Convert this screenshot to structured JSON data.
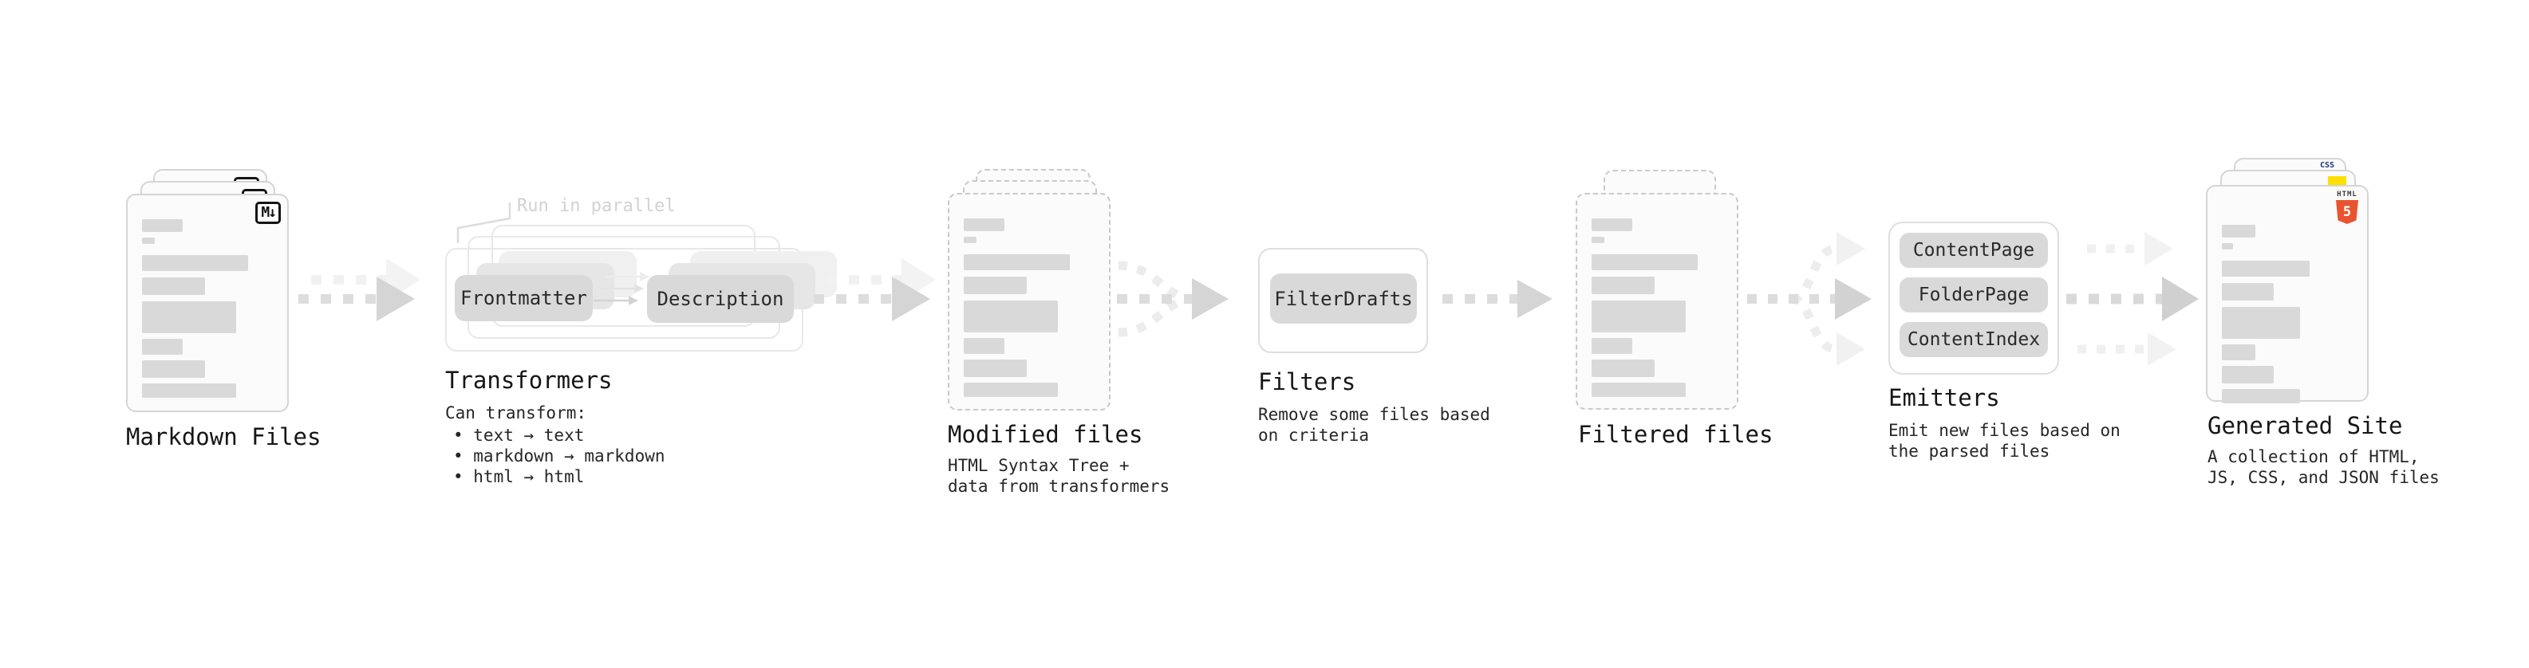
{
  "markdown": {
    "title": "Markdown Files",
    "file_icon": "M↓"
  },
  "transformers": {
    "title": "Transformers",
    "annotation": "Run in parallel",
    "transformer_a": "Frontmatter",
    "transformer_b": "Description",
    "caption": "Can transform:",
    "bullets": [
      "• text → text",
      "• markdown → markdown",
      "• html → html"
    ]
  },
  "modified": {
    "title": "Modified files",
    "caption_line1": "HTML Syntax Tree +",
    "caption_line2": "data from transformers"
  },
  "filters": {
    "title": "Filters",
    "filter_name": "FilterDrafts",
    "caption_line1": "Remove some files based",
    "caption_line2": "on criteria"
  },
  "filtered": {
    "title": "Filtered files"
  },
  "emitters": {
    "title": "Emitters",
    "emitter_names": [
      "ContentPage",
      "FolderPage",
      "ContentIndex"
    ],
    "caption_line1": "Emit new files based on",
    "caption_line2": "the parsed files"
  },
  "generated": {
    "title": "Generated Site",
    "caption_line1": "A collection of HTML,",
    "caption_line2": "JS, CSS, and JSON files",
    "badge_css": "CSS",
    "badge_html_word": "HTML",
    "badge_html_number": "5"
  },
  "colors": {
    "html5_orange": "#e8542f",
    "js_yellow": "#ffdf00",
    "css_blue": "#2f6df6",
    "placeholder_gray": "#d9d9d9",
    "arrow_gray": "#d5d5d5",
    "text_dark": "#161616"
  }
}
